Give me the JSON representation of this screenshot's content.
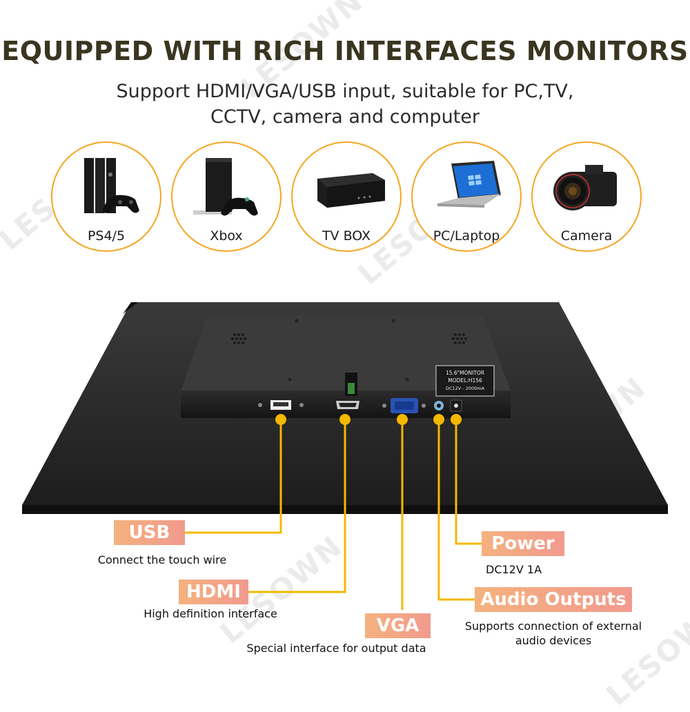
{
  "heading": "EQUIPPED WITH RICH INTERFACES MONITORS",
  "subheading_line1": "Support HDMI/VGA/USB input, suitable for PC,TV,",
  "subheading_line2": "CCTV, camera and computer",
  "devices": [
    {
      "label": "PS4/5",
      "icon": "game-console-icon"
    },
    {
      "label": "Xbox",
      "icon": "xbox-console-icon"
    },
    {
      "label": "TV BOX",
      "icon": "tv-box-icon"
    },
    {
      "label": "PC/Laptop",
      "icon": "laptop-icon"
    },
    {
      "label": "Camera",
      "icon": "camera-icon"
    }
  ],
  "monitor_sticker": {
    "line1": "15.6\"MONITOR",
    "line2": "MODEL:H156",
    "line3": "DC12V - 2000mA"
  },
  "ports": {
    "usb": {
      "label": "USB",
      "description": "Connect the touch wire"
    },
    "hdmi": {
      "label": "HDMI",
      "description": "High definition interface"
    },
    "vga": {
      "label": "VGA",
      "description": "Special interface for output data"
    },
    "power": {
      "label": "Power",
      "description": "DC12V 1A"
    },
    "audio": {
      "label": "Audio Outputs",
      "description_line1": "Supports connection of external",
      "description_line2": "audio devices"
    }
  },
  "watermark": "LESOWN",
  "colors": {
    "accent_orange": "#f5a623",
    "callout_start": "#f4b27e",
    "callout_end": "#f29a8e",
    "connector_line": "#f5b800",
    "heading": "#3a3520"
  }
}
